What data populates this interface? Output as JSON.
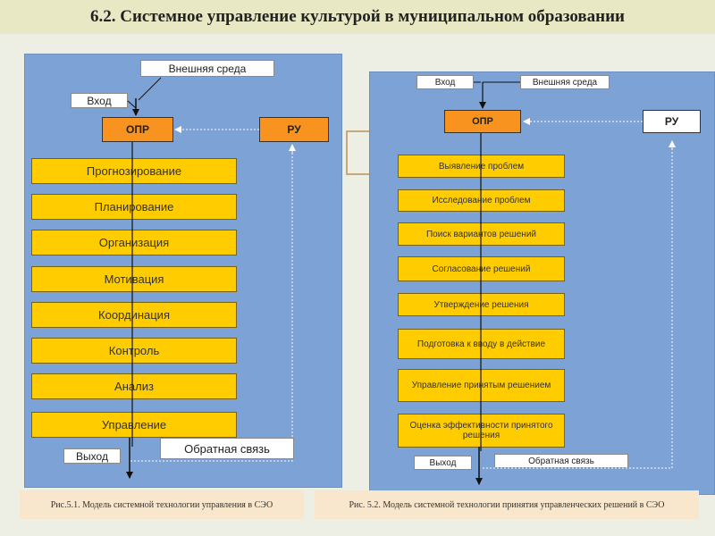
{
  "title": "6.2. Системное управление культурой в муниципальном образовании",
  "left": {
    "external": "Внешняя среда",
    "input": "Вход",
    "opr": "ОПР",
    "ru": "РУ",
    "items": [
      "Прогнозирование",
      "Планирование",
      "Организация",
      "Мотивация",
      "Координация",
      "Контроль",
      "Анализ",
      "Управление"
    ],
    "output": "Выход",
    "feedback": "Обратная связь",
    "caption": "Рис.5.1. Модель системной технологии управления в СЭО"
  },
  "right": {
    "input": "Вход",
    "external": "Внешняя среда",
    "opr": "ОПР",
    "ru": "РУ",
    "items": [
      "Выявление проблем",
      "Исследование проблем",
      "Поиск вариантов решений",
      "Согласование решений",
      "Утверждение решения",
      "Подготовка к вводу в действие",
      "Управление принятым решением",
      "Оценка эффективности принятого решения"
    ],
    "output": "Выход",
    "feedback": "Обратная связь",
    "caption": "Рис. 5.2. Модель системной технологии принятия управленческих решений в СЭО"
  }
}
